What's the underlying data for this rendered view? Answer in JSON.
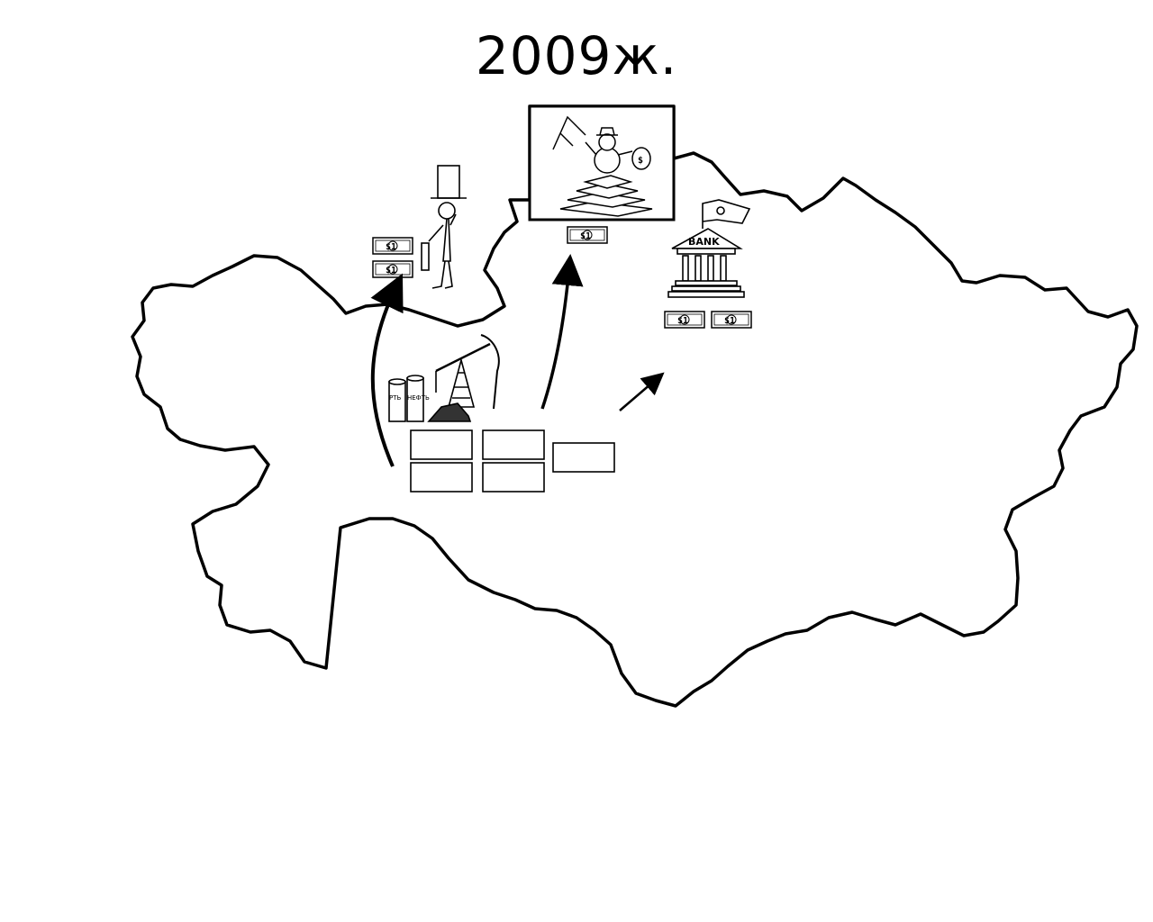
{
  "title": "2009ж.",
  "bank": {
    "label": "BANK"
  },
  "barrels": {
    "label_left": "РТЬ",
    "label_right": "НЕФТЬ"
  },
  "bills": {
    "label": "$1"
  },
  "icons": {
    "map": "kazakhstan-map-outline",
    "investor": "top-hat-investor-icon",
    "oligarch": "oligarch-on-gold-bars-icon",
    "bank": "bank-building-icon",
    "oil": "oil-pump-and-barrels-icon",
    "money": "dollar-bill-icon"
  }
}
